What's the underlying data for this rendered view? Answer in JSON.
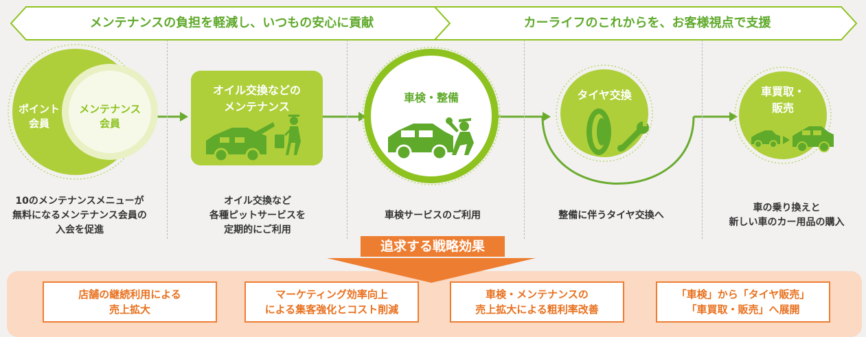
{
  "banners": [
    "メンテナンスの負担を軽減し、いつもの安心に貢献",
    "カーライフのこれからを、お客様視点で支援"
  ],
  "stages": [
    {
      "title_outer": "ポイント\n会員",
      "title_inner": "メンテナンス\n会員",
      "caption": "10のメンテナンスメニューが\n無料になるメンテナンス会員の\n入会を促進"
    },
    {
      "title": "オイル交換などの\nメンテナンス",
      "caption": "オイル交換など\n各種ピットサービスを\n定期的にご利用"
    },
    {
      "title": "車検・整備",
      "caption": "車検サービスのご利用"
    },
    {
      "title": "タイヤ交換",
      "caption": "整備に伴うタイヤ交換へ"
    },
    {
      "title": "車買取・\n販売",
      "caption": "車の乗り換えと\n新しい車のカー用品の購入"
    }
  ],
  "strategy_label": "追求する戦略効果",
  "effects": [
    "店舗の継続利用による\n売上拡大",
    "マーケティング効率向上\nによる集客強化とコスト削減",
    "車検・メンテナンスの\n売上拡大による粗利率改善",
    "「車検」から「タイヤ販売」\n「車買取・販売」へ展開"
  ],
  "colors": {
    "green": "#8dc21f",
    "dark_green": "#5fa92b",
    "orange": "#ed7d31",
    "peach": "#fbd9c3"
  }
}
